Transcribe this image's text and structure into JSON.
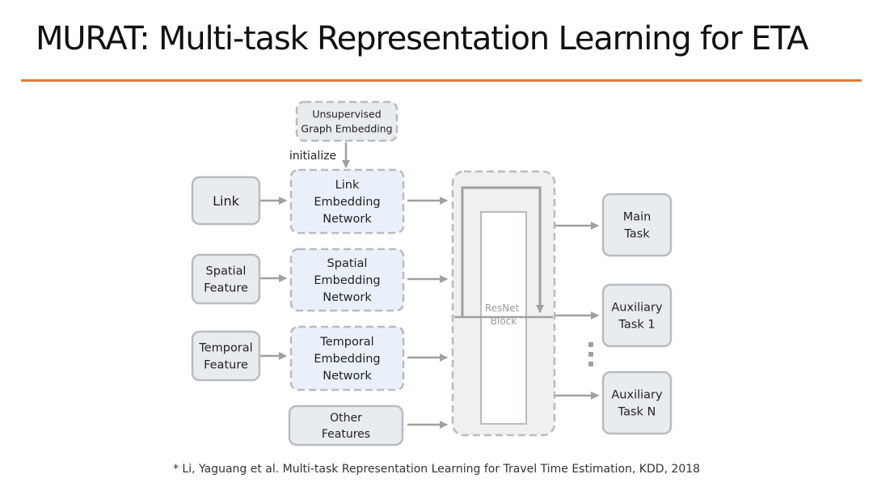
{
  "slide": {
    "title": "MURAT: Multi-task Representation Learning for ETA",
    "citation": "* Li, Yaguang et al. Multi-task Representation Learning for Travel Time Estimation, KDD, 2018"
  },
  "diagram": {
    "nodes": {
      "graph_embedding": [
        "Unsupervised",
        "Graph Embedding"
      ],
      "link": [
        "Link"
      ],
      "spatial_feature": [
        "Spatial",
        "Feature"
      ],
      "temporal_feature": [
        "Temporal",
        "Feature"
      ],
      "link_embedding": [
        "Link",
        "Embedding",
        "Network"
      ],
      "spatial_embedding": [
        "Spatial",
        "Embedding",
        "Network"
      ],
      "temporal_embedding": [
        "Temporal",
        "Embedding",
        "Network"
      ],
      "other_features": [
        "Other",
        "Features"
      ],
      "resnet_block": [
        "ResNet",
        "Block"
      ],
      "main_task": [
        "Main",
        "Task"
      ],
      "auxiliary_task_1": [
        "Auxiliary",
        "Task 1"
      ],
      "auxiliary_task_n": [
        "Auxiliary",
        "Task N"
      ]
    },
    "edge_labels": {
      "initialize": "initialize"
    },
    "colors": {
      "input_box_fill": "#e8ecef",
      "embedding_box_fill": "#eaf0fa",
      "box_border": "#b8bcc0",
      "arrow": "#a0a0a0",
      "resnet_fill": "#eef1ef",
      "title_rule": "#e07b39"
    }
  }
}
